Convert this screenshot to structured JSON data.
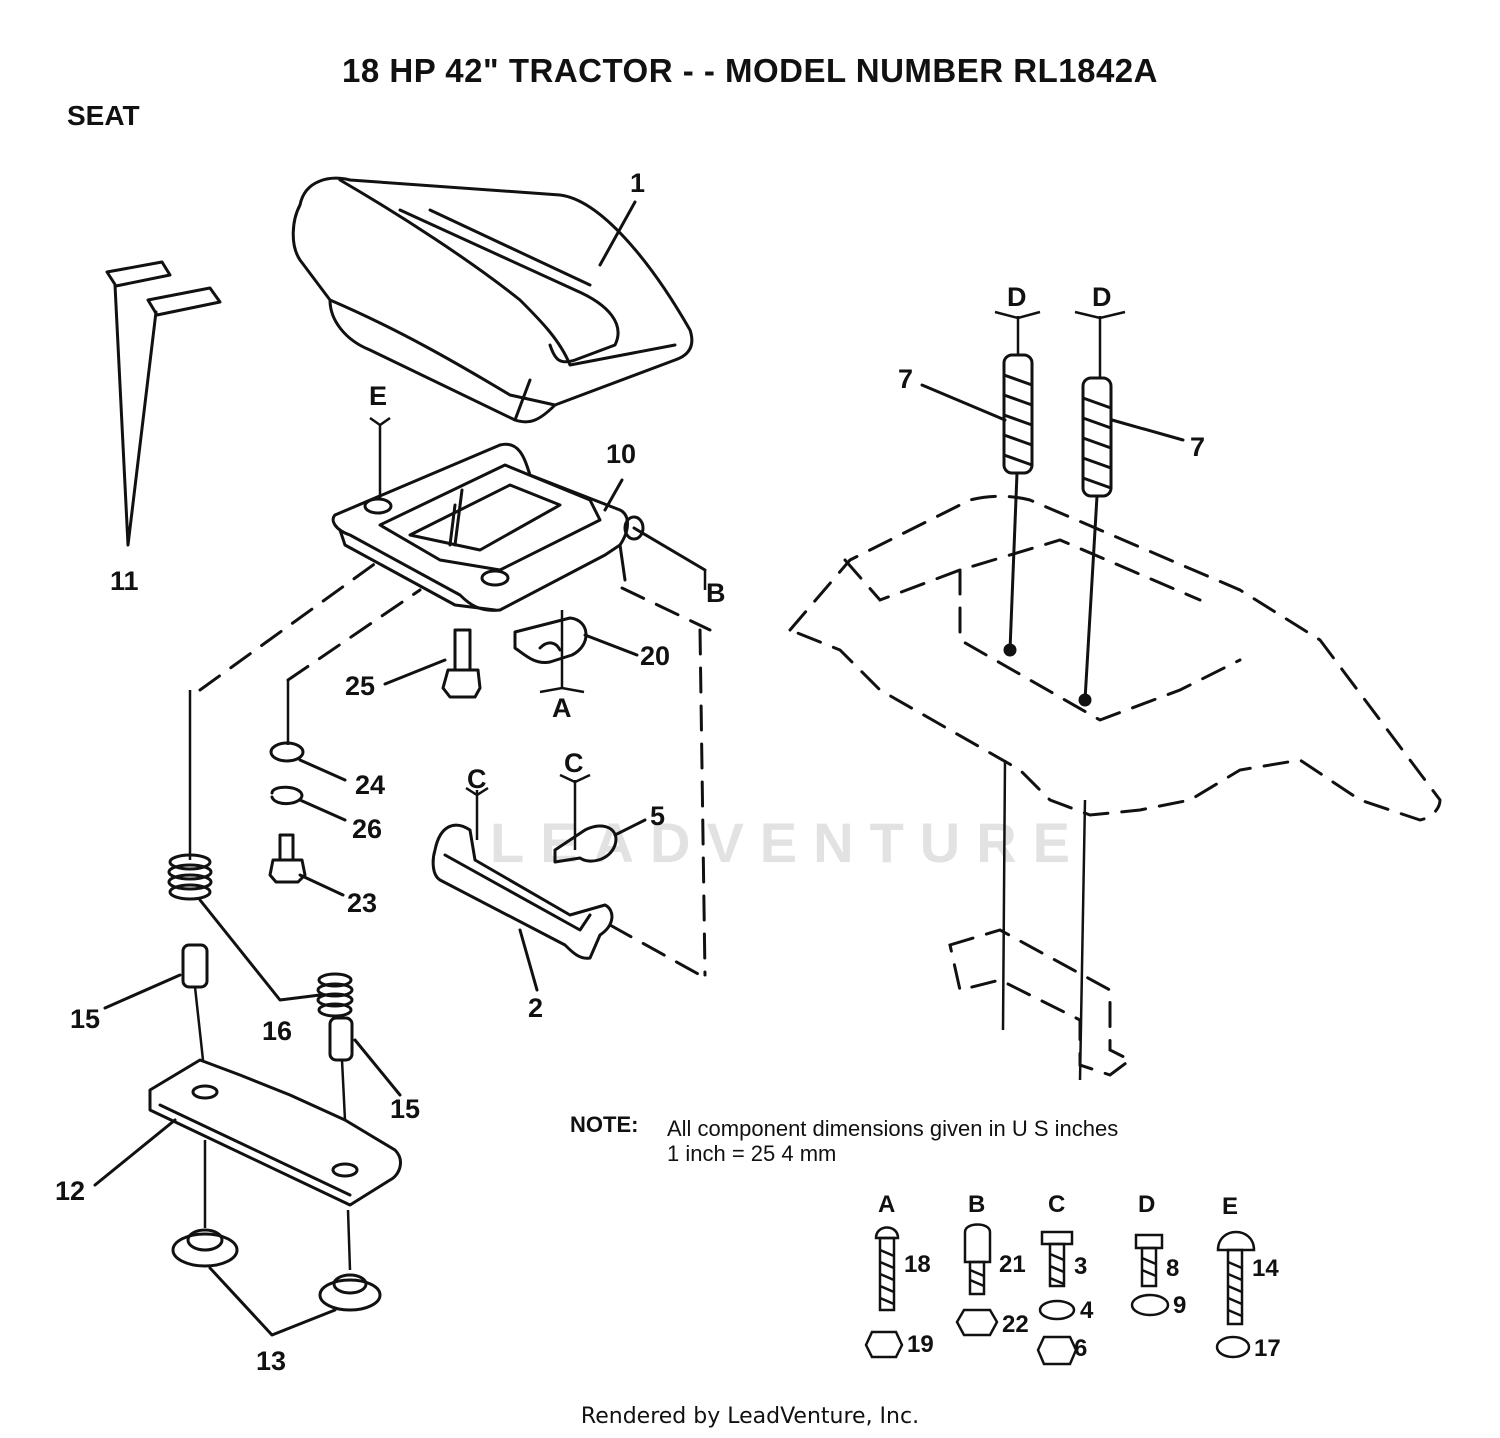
{
  "title": "18 HP 42\" TRACTOR - - MODEL NUMBER RL1842A",
  "section": "SEAT",
  "note": {
    "label": "NOTE:",
    "line1": "All component  dimensions given in U S  inches",
    "line2": "1 inch = 25 4 mm"
  },
  "watermark": "LEADVENTURE",
  "footer": "Rendered by LeadVenture, Inc.",
  "callouts": {
    "c1": "1",
    "c2": "2",
    "c5": "5",
    "c7a": "7",
    "c7b": "7",
    "c10": "10",
    "c11": "11",
    "c12": "12",
    "c13": "13",
    "c15a": "15",
    "c15b": "15",
    "c16": "16",
    "c20": "20",
    "c23": "23",
    "c24": "24",
    "c25": "25",
    "c26": "26"
  },
  "refs": {
    "E": "E",
    "B": "B",
    "A": "A",
    "C1": "C",
    "C2": "C",
    "D1": "D",
    "D2": "D"
  },
  "hardware": [
    {
      "group": "A",
      "items": [
        "18",
        "19"
      ]
    },
    {
      "group": "B",
      "items": [
        "21",
        "22"
      ]
    },
    {
      "group": "C",
      "items": [
        "3",
        "4",
        "6"
      ]
    },
    {
      "group": "D",
      "items": [
        "8",
        "9"
      ]
    },
    {
      "group": "E",
      "items": [
        "14",
        "17"
      ]
    }
  ]
}
